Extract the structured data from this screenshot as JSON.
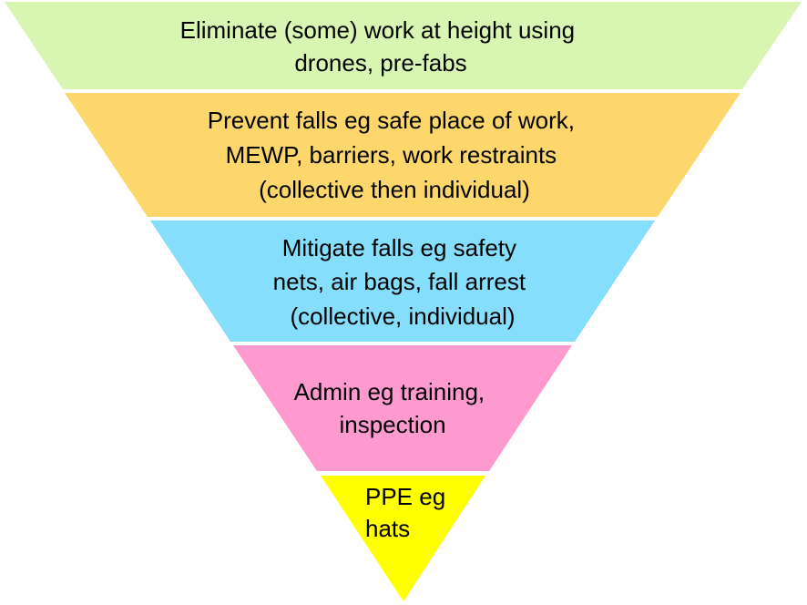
{
  "title": "Hierarchy of control for work at height",
  "levels": [
    {
      "lines": [
        "Eliminate (some) work at height using",
        "drones, pre-fabs"
      ],
      "color": "#d8f5b2"
    },
    {
      "lines": [
        "Prevent falls eg safe place of work,",
        "MEWP, barriers, work restraints",
        "(collective then individual)"
      ],
      "color": "#fdd76b"
    },
    {
      "lines": [
        "Mitigate falls eg  safety",
        "nets, air bags, fall arrest",
        "(collective, individual)"
      ],
      "color": "#86defd"
    },
    {
      "lines": [
        "Admin eg training,",
        "inspection"
      ],
      "color": "#ff9ad0"
    },
    {
      "lines": [
        "PPE eg",
        "hats"
      ],
      "color": "#ffff00"
    }
  ]
}
